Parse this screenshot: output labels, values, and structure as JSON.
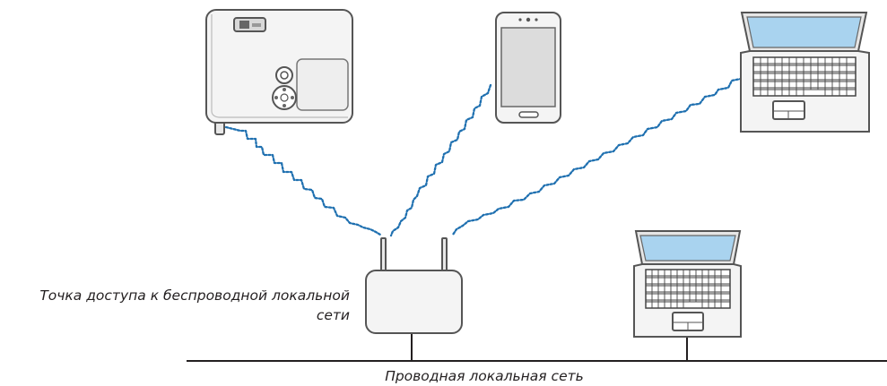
{
  "labels": {
    "access_point_line1": "Точка доступа к беспроводной локальной",
    "access_point_line2": "сети",
    "wired_network": "Проводная локальная сеть"
  },
  "devices": [
    {
      "name": "projector-icon"
    },
    {
      "name": "smartphone-icon"
    },
    {
      "name": "wireless-laptop-icon"
    },
    {
      "name": "wired-laptop-icon"
    },
    {
      "name": "wireless-access-point-icon"
    }
  ],
  "colors": {
    "wireless_link": "#1f70b0",
    "wired_line": "#231f20",
    "device_outline": "#555555",
    "device_fill": "#f4f4f4",
    "screen": "#a9d3ef"
  }
}
